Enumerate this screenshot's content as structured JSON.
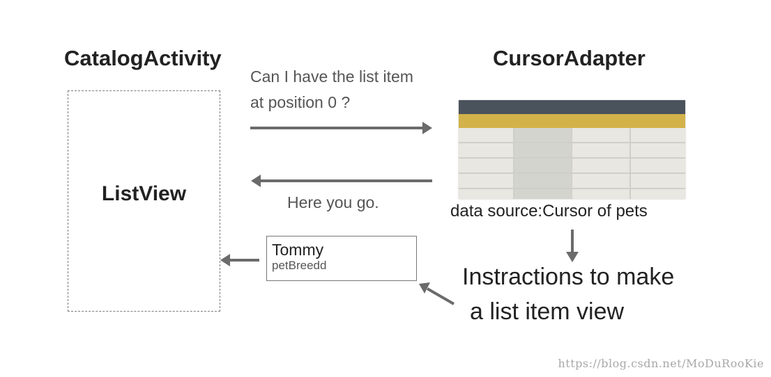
{
  "catalog": {
    "title": "CatalogActivity",
    "listview_label": "ListView"
  },
  "adapter": {
    "title": "CursorAdapter",
    "data_source_label": "data source:Cursor of pets",
    "table_colors": {
      "header": "#4a525c",
      "accent": "#d3b24a",
      "cells": "#e8e7e1"
    }
  },
  "messages": {
    "request_line1": "Can I have the list item",
    "request_line2": "at position 0 ?",
    "response": "Here you go."
  },
  "list_item": {
    "title": "Tommy",
    "subtitle": "petBreedd"
  },
  "instructions": {
    "line1": "Instractions to make",
    "line2": "a list item view"
  },
  "watermark": "https://blog.csdn.net/MoDuRooKie"
}
